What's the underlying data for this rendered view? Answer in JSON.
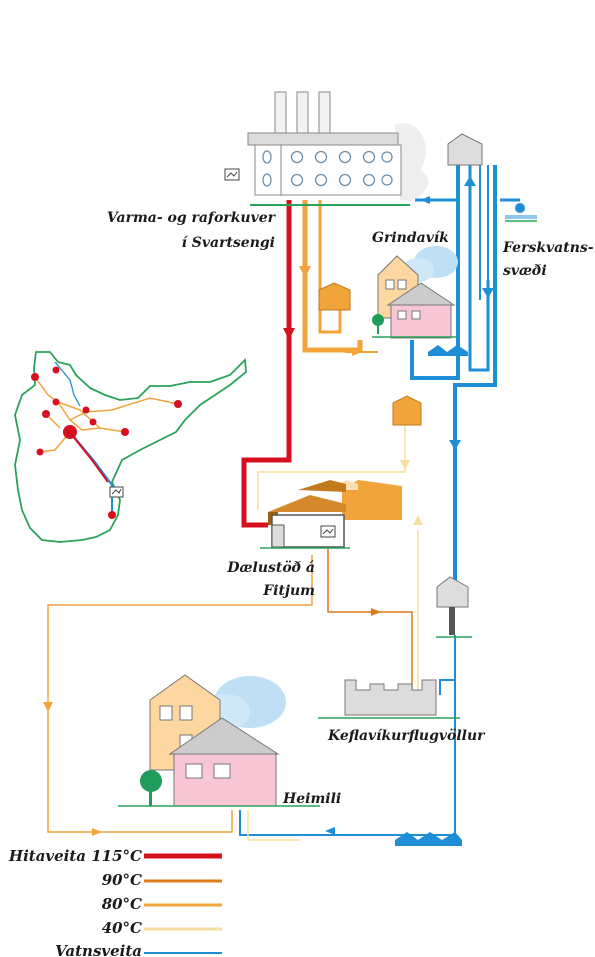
{
  "labels": {
    "plant_line1": "Varma- og raforkuver",
    "plant_line2": "í Svartsengi",
    "grindavik": "Grindavík",
    "freshwater_line1": "Ferskvatns-",
    "freshwater_line2": "svæði",
    "pump_line1": "Dælustöð  á",
    "pump_line2": "Fitjum",
    "airport": "Keflavíkurflugvöllur",
    "home": "Heimili"
  },
  "legend": [
    {
      "label": "Hitaveita 115°C",
      "color": "#d6101e"
    },
    {
      "label": "90°C",
      "color": "#e07b1a"
    },
    {
      "label": "80°C",
      "color": "#f0a43a"
    },
    {
      "label": "40°C",
      "color": "#f7dfa0"
    },
    {
      "label": "Vatnsveita",
      "color": "#1e8fd6"
    }
  ],
  "colors": {
    "hot115": "#d6101e",
    "t90": "#e07b1a",
    "t80": "#f0a43a",
    "t40": "#f7dfa0",
    "water": "#1e8fd6",
    "ground": "#2aa35a",
    "map_outline": "#2aa35a"
  }
}
